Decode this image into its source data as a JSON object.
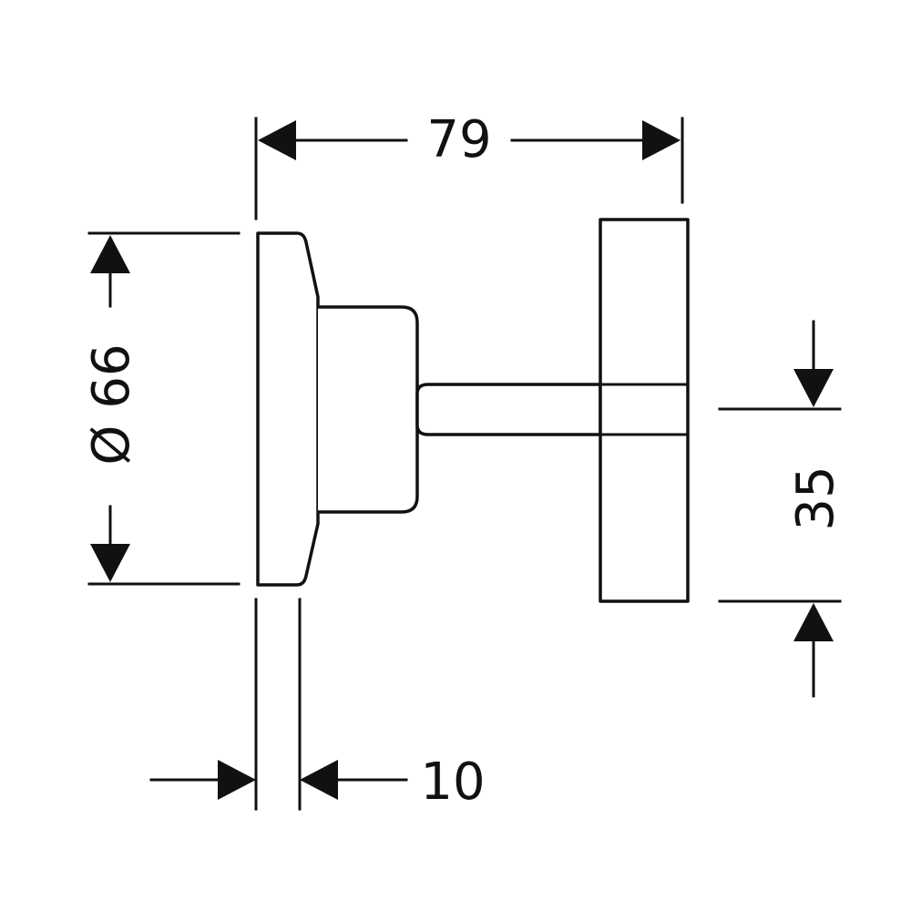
{
  "drawing": {
    "dimensions": {
      "overall_length": "79",
      "diameter": "Ø 66",
      "handle_width": "35",
      "flange_thickness": "10"
    }
  }
}
